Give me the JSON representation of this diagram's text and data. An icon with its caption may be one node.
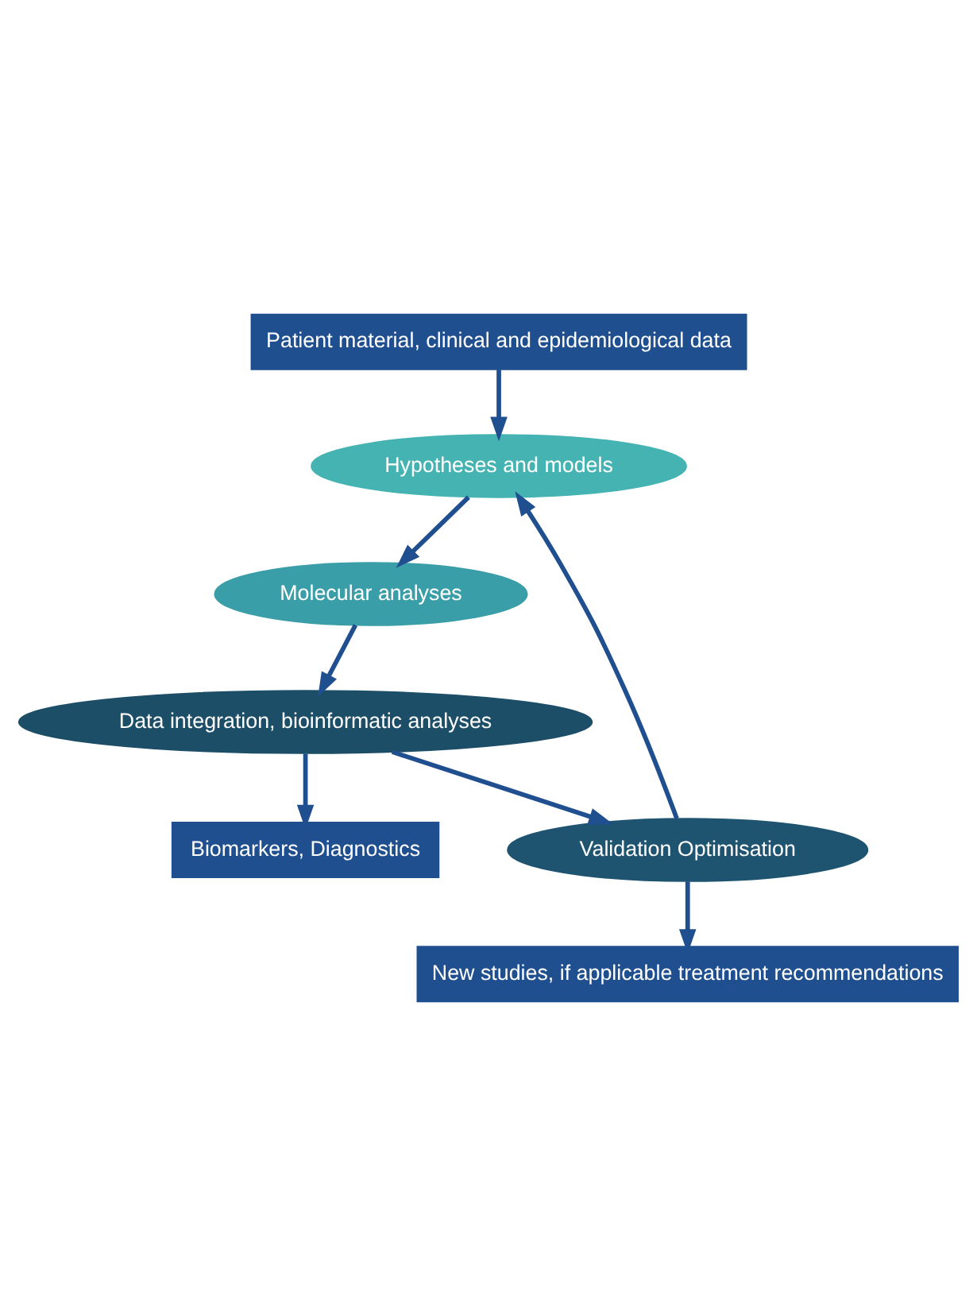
{
  "diagram": {
    "nodes": [
      {
        "text": [
          "Patient material, clinical and epidemiological data"
        ]
      },
      {
        "text": [
          "New studies, if applicable treatment recommendations"
        ]
      },
      {
        "text": [
          "Hypotheses and models"
        ]
      },
      {
        "text": [
          "Molecular analyses"
        ]
      },
      {
        "text": [
          "Data integration, bioinformatic analyses"
        ]
      },
      {
        "text": [
          "Validation Optimisation"
        ]
      },
      {
        "text": [
          "Biomarkers, Diagnostics"
        ]
      }
    ],
    "edges": [
      {
        "from": 0,
        "to": 2,
        "arrow": "to"
      },
      {
        "from": 2,
        "to": 3,
        "arrow": "to"
      },
      {
        "from": 3,
        "to": 4,
        "arrow": "to"
      },
      {
        "from": 4,
        "to": 5,
        "arrow": "to"
      },
      {
        "from": 5,
        "to": 2,
        "arrow": "to"
      },
      {
        "from": 5,
        "to": 1,
        "arrow": "to"
      },
      {
        "from": 4,
        "to": 6,
        "arrow": "to"
      }
    ]
  }
}
